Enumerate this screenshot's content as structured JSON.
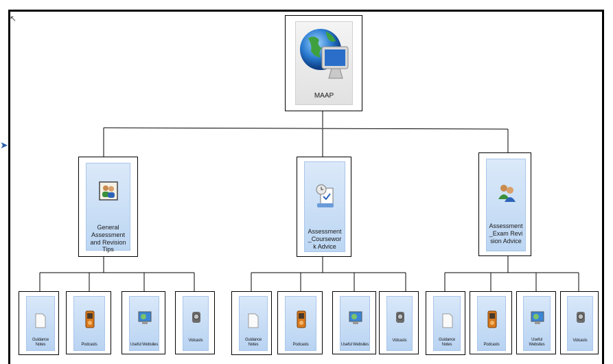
{
  "root": {
    "label": "MAAP",
    "icon": "globe-monitor-icon"
  },
  "branches": [
    {
      "label": "General Assessment and Revision Tips",
      "icon": "people-frame-icon",
      "children": [
        {
          "label": "Guidance Notes",
          "icon": "document-icon"
        },
        {
          "label": "Podcasts",
          "icon": "media-player-icon"
        },
        {
          "label": "Useful Websites",
          "icon": "monitor-globe-icon"
        },
        {
          "label": "Vidcasts",
          "icon": "video-camera-icon"
        }
      ]
    },
    {
      "label": "Assessment_Coursework Advice",
      "icon": "clock-clipboard-icon",
      "children": [
        {
          "label": "Guidance Notes",
          "icon": "document-icon"
        },
        {
          "label": "Podcasts",
          "icon": "media-player-icon"
        },
        {
          "label": "Useful Websites",
          "icon": "monitor-globe-icon"
        },
        {
          "label": "Vidcasts",
          "icon": "video-camera-icon"
        }
      ]
    },
    {
      "label": "Assessment_Exam Revision Advice",
      "icon": "two-people-icon",
      "children": [
        {
          "label": "Guidance Notes",
          "icon": "document-icon"
        },
        {
          "label": "Podcasts",
          "icon": "media-player-icon"
        },
        {
          "label": "Useful Websites",
          "icon": "monitor-globe-icon"
        },
        {
          "label": "Vidcasts",
          "icon": "video-camera-icon"
        }
      ]
    }
  ]
}
